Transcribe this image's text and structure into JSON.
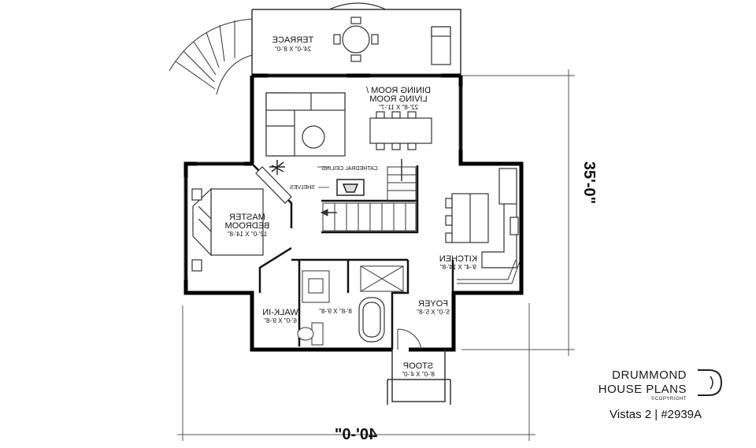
{
  "rooms": {
    "terrace": {
      "name": "TERRACE",
      "dims": "24'-0\" X 8'-0\""
    },
    "dining_living": {
      "name_line1": "DINING ROOM /",
      "name_line2": "LIVING ROOM",
      "dims": "22'-8\" X 11'-7\""
    },
    "master_bedroom": {
      "name_line1": "MASTER",
      "name_line2": "BEDROOM",
      "dims": "12'-0\" X 14'-8\""
    },
    "kitchen": {
      "name": "KITCHEN",
      "dims": "9'-4\" X 14'-8\""
    },
    "foyer": {
      "name": "FOYER",
      "dims": "5'-0\" X 5'-8\""
    },
    "walk_in": {
      "name": "WALK-IN",
      "dims": "6'-0\" X 9'-8\""
    },
    "bathroom": {
      "dims": "8'-8\" X 9'-8\""
    },
    "stoop": {
      "name": "STOOP",
      "dims": "8'-0\" X 4'-0\""
    }
  },
  "notes": {
    "cathedral_ceiling": "CATHEDRAL CEILING",
    "shelves": "SHELVES"
  },
  "dimensions": {
    "width": "40'-0\"",
    "depth": "35'-0\""
  },
  "brand": {
    "line1": "DRUMMOND",
    "line2": "HOUSE PLANS",
    "copyright": "©COPYRIGHT"
  },
  "plan_id": "Vistas 2 | #2939A"
}
